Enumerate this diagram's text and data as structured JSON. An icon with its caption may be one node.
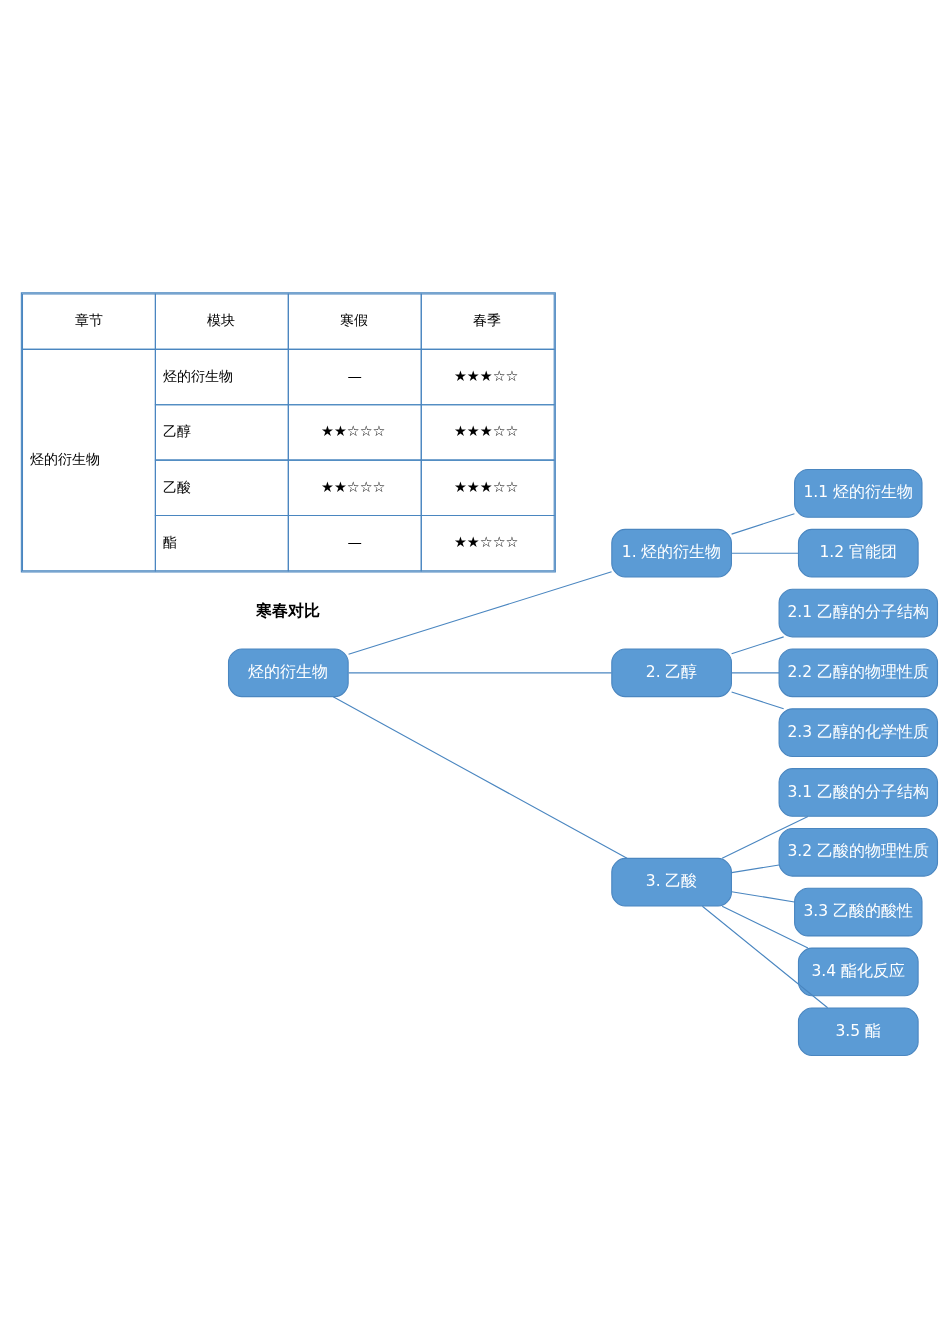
{
  "diagram": {
    "nodes": [
      {
        "text": [
          "烃的衍生物"
        ]
      },
      {
        "text": [
          "1. 烃的衍生物"
        ]
      },
      {
        "text": [
          "1.1 烃的衍生物"
        ]
      },
      {
        "text": [
          "1.2 官能团"
        ]
      },
      {
        "text": [
          "2. 乙醇"
        ]
      },
      {
        "text": [
          "2.1 乙醇的分子结构"
        ]
      },
      {
        "text": [
          "2.2 乙醇的物理性质"
        ]
      },
      {
        "text": [
          "2.3 乙醇的化学性质"
        ]
      },
      {
        "text": [
          "3. 乙酸"
        ]
      },
      {
        "text": [
          "3.1 乙酸的分子结构"
        ]
      },
      {
        "text": [
          "3.2 乙酸的物理性质"
        ]
      },
      {
        "text": [
          "3.3 乙酸的酸性"
        ]
      },
      {
        "text": [
          "3.4 酯化反应"
        ]
      },
      {
        "text": [
          "3.5 酯"
        ]
      }
    ],
    "edges": [
      {
        "from": 0,
        "to": 1,
        "arrow": "none"
      },
      {
        "from": 0,
        "to": 4,
        "arrow": "none"
      },
      {
        "from": 0,
        "to": 8,
        "arrow": "none"
      },
      {
        "from": 1,
        "to": 2,
        "arrow": "none"
      },
      {
        "from": 1,
        "to": 3,
        "arrow": "none"
      },
      {
        "from": 4,
        "to": 5,
        "arrow": "none"
      },
      {
        "from": 4,
        "to": 6,
        "arrow": "none"
      },
      {
        "from": 4,
        "to": 7,
        "arrow": "none"
      },
      {
        "from": 8,
        "to": 9,
        "arrow": "none"
      },
      {
        "from": 8,
        "to": 10,
        "arrow": "none"
      },
      {
        "from": 8,
        "to": 11,
        "arrow": "none"
      },
      {
        "from": 8,
        "to": 12,
        "arrow": "none"
      },
      {
        "from": 8,
        "to": 13,
        "arrow": "none"
      }
    ],
    "labels": [
      "寒春对比",
      "章节",
      "模块",
      "寒假",
      "春季",
      "烃的衍生物",
      "烃的衍生物",
      "—",
      "★★★☆☆",
      "乙醇",
      "★★☆☆☆",
      "★★★☆☆",
      "乙酸",
      "★★☆☆☆",
      "★★★☆☆",
      "酯",
      "—",
      "★★☆☆☆"
    ]
  }
}
